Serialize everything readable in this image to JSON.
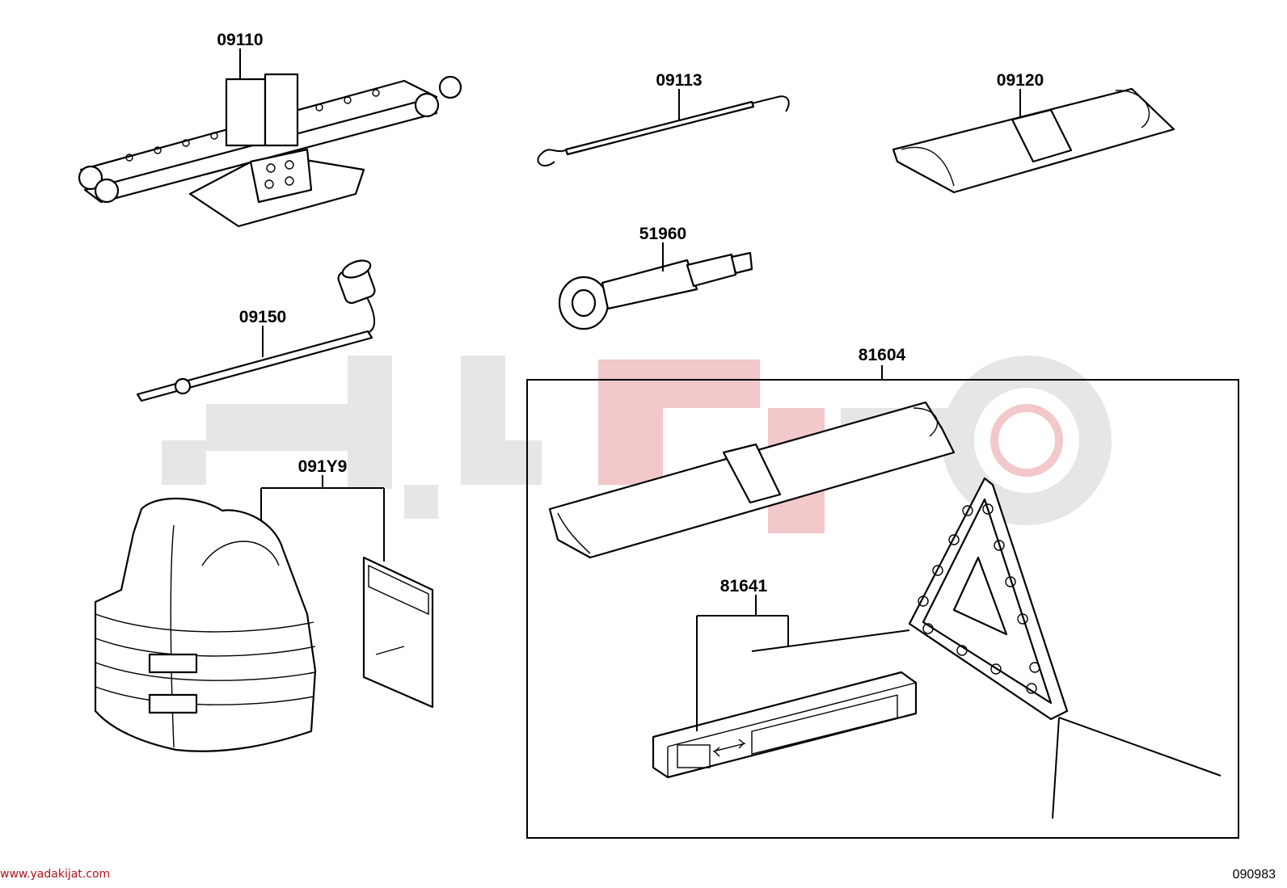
{
  "parts": {
    "jack": "09110",
    "handle": "09113",
    "tool_bag": "09120",
    "lug_wrench": "09150",
    "eye_bolt": "51960",
    "warning_kit": "81604",
    "vest_set": "091Y9",
    "triangle_case": "81641"
  },
  "footer": {
    "website": "www.yadakijat.com",
    "drawing_code": "090983"
  },
  "colors": {
    "watermark_gray": "#e6e6e6",
    "watermark_red": "#f2c8cb",
    "website_text": "#b3121a"
  }
}
